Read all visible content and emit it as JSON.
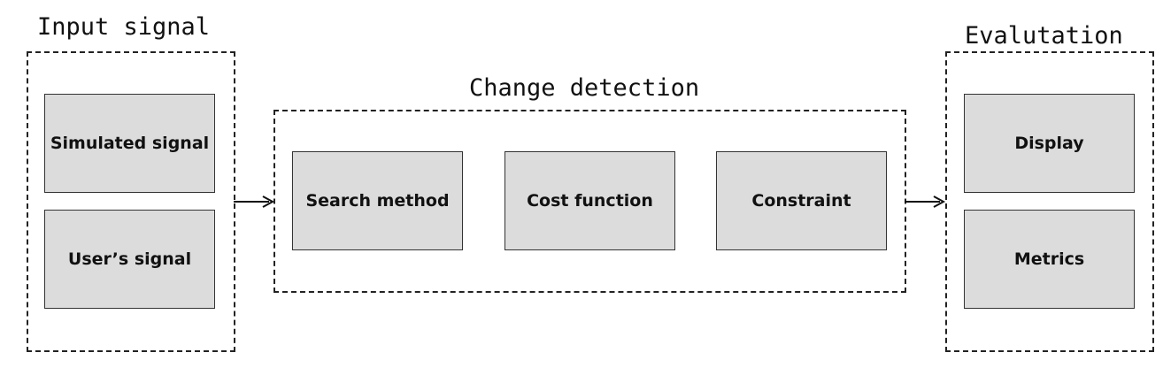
{
  "groups": {
    "input": {
      "title": "Input signal",
      "blocks": [
        "Simulated signal",
        "User’s signal"
      ]
    },
    "detection": {
      "title": "Change detection",
      "blocks": [
        "Search method",
        "Cost function",
        "Constraint"
      ]
    },
    "evaluation": {
      "title": "Evalutation",
      "blocks": [
        "Display",
        "Metrics"
      ]
    }
  },
  "colors": {
    "block_fill": "#dcdcdc",
    "stroke": "#222222"
  }
}
